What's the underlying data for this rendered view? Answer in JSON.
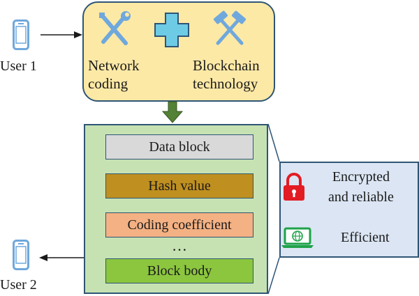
{
  "users": {
    "user1": "User 1",
    "user2": "User 2"
  },
  "top": {
    "left_label": [
      "Network",
      "coding"
    ],
    "right_label": [
      "Blockchain",
      "technology"
    ]
  },
  "rows": {
    "data_block": "Data block",
    "hash_value": "Hash value",
    "coding_coefficient": "Coding coefficient",
    "ellipsis": "…",
    "block_body": "Block body"
  },
  "side": {
    "encrypted": [
      "Encrypted",
      "and reliable"
    ],
    "efficient": "Efficient"
  },
  "colors": {
    "top_fill": "#fde9a6",
    "main_fill": "#c6e2b3",
    "side_fill": "#dbe5f3",
    "border": "#2e5575",
    "data_block": "#d9d9d9",
    "hash_value": "#bf8f1f",
    "coding_coefficient": "#f4b183",
    "block_body": "#8cc63f",
    "down_arrow": "#538135",
    "icon_blue": "#6fa8dc",
    "lock": "#e31b23",
    "laptop": "#1fa34a"
  },
  "icons": [
    "phone-icon",
    "wrench-screwdriver-icon",
    "plus-icon",
    "hammers-icon",
    "lock-icon",
    "laptop-globe-icon"
  ]
}
